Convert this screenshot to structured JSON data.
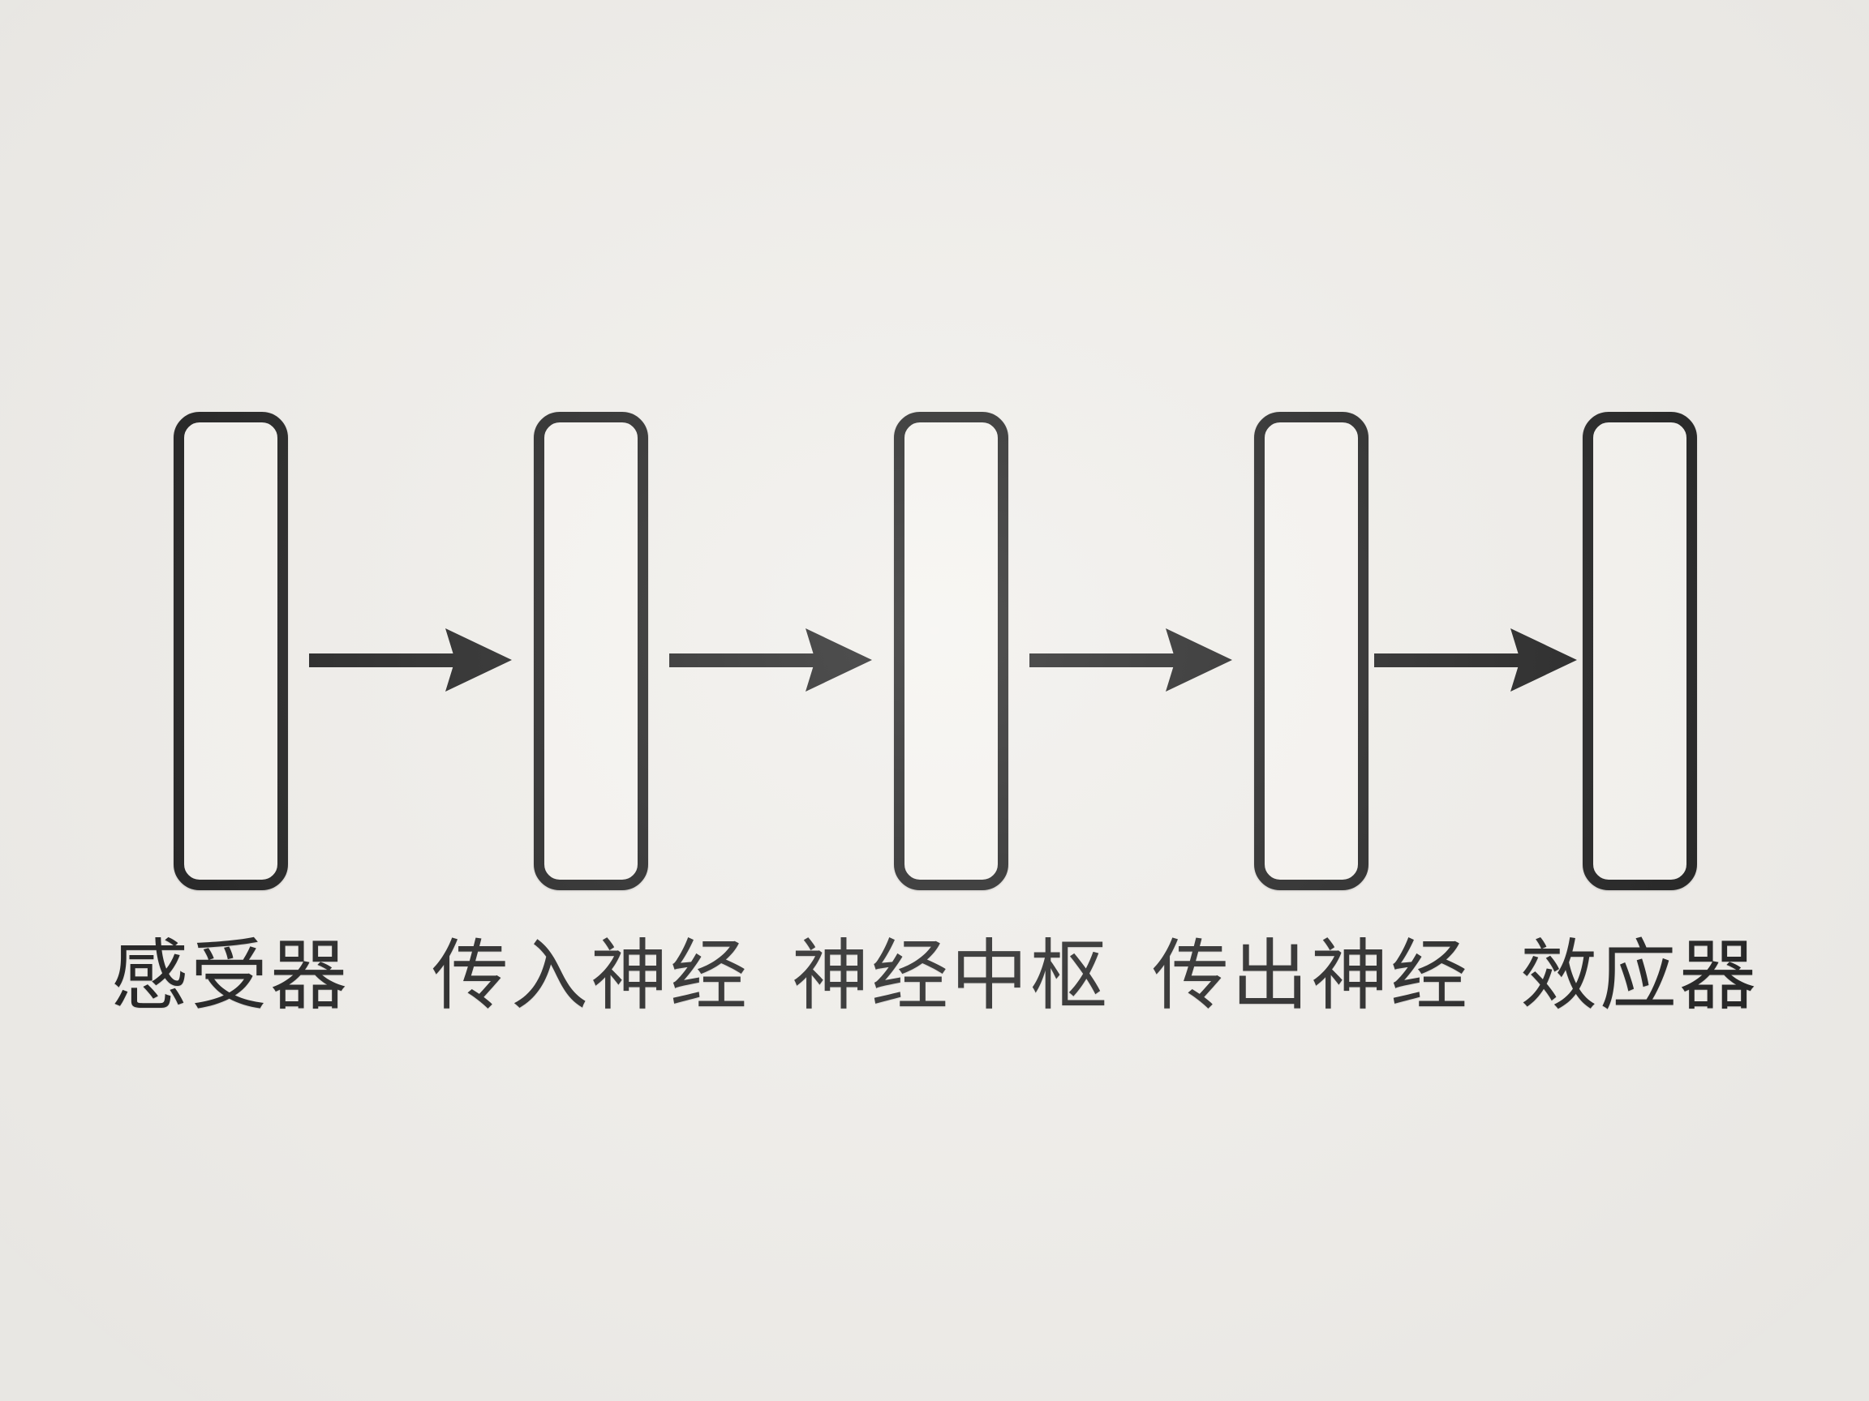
{
  "diagram": {
    "type": "flowchart",
    "background_color": "#f0eeea",
    "box_fill_color": "#f5f3ef",
    "stroke_color": "#171717",
    "text_color": "#1b1b1b",
    "flow_direction": "left-to-right",
    "nodes": [
      {
        "label": "感受器"
      },
      {
        "label": "传入神经"
      },
      {
        "label": "神经中枢"
      },
      {
        "label": "传出神经"
      },
      {
        "label": "效应器"
      }
    ],
    "connections": [
      {
        "from": "感受器",
        "to": "传入神经",
        "glyph": "→"
      },
      {
        "from": "传入神经",
        "to": "神经中枢",
        "glyph": "→"
      },
      {
        "from": "神经中枢",
        "to": "传出神经",
        "glyph": "→"
      },
      {
        "from": "传出神经",
        "to": "效应器",
        "glyph": "→"
      }
    ]
  }
}
